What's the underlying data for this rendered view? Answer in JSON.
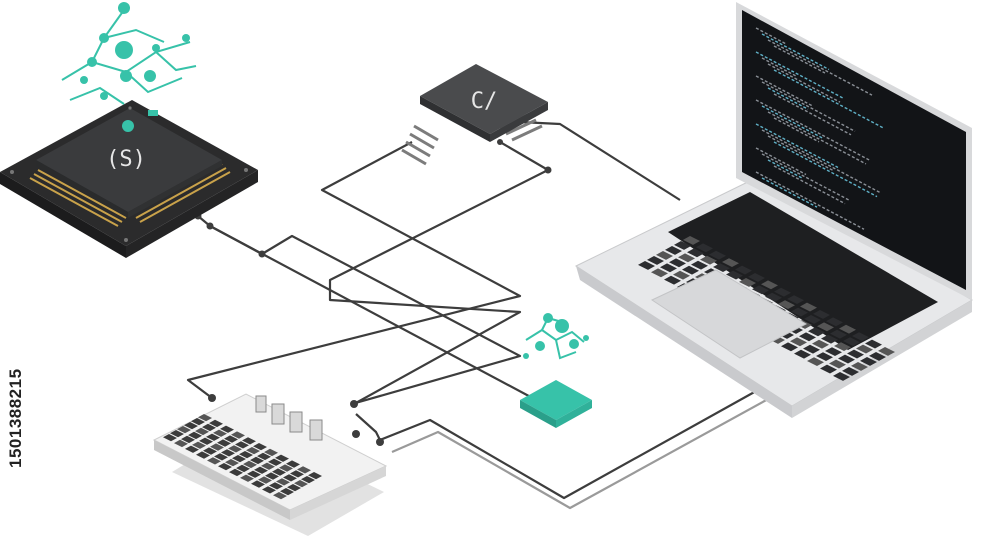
{
  "diagram": {
    "chip_large_label": "(S)",
    "chip_small_label": "C/",
    "side_id": "1501388215"
  },
  "colors": {
    "accent": "#37c2a9",
    "chip_dark": "#3a3b3d",
    "chip_frame": "#2b2b2c",
    "pin_gold": "#c9a24a",
    "wire": "#3d3d3d",
    "laptop_body": "#e7e8ea",
    "screen_bg": "#121417",
    "code_teal": "#5fb0c6"
  },
  "icons": [
    "network-icon",
    "chip-icon",
    "module-icon",
    "keyboard-icon",
    "laptop-icon"
  ]
}
